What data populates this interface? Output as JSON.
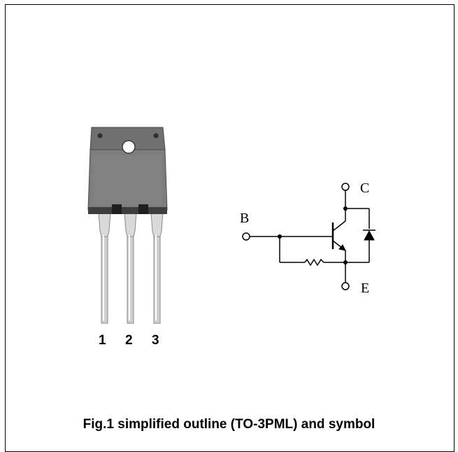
{
  "figure": {
    "caption": "Fig.1 simplified outline (TO-3PML) and symbol"
  },
  "outline": {
    "pins": [
      "1",
      "2",
      "3"
    ]
  },
  "symbol": {
    "terminals": {
      "base": "B",
      "collector": "C",
      "emitter": "E"
    }
  }
}
